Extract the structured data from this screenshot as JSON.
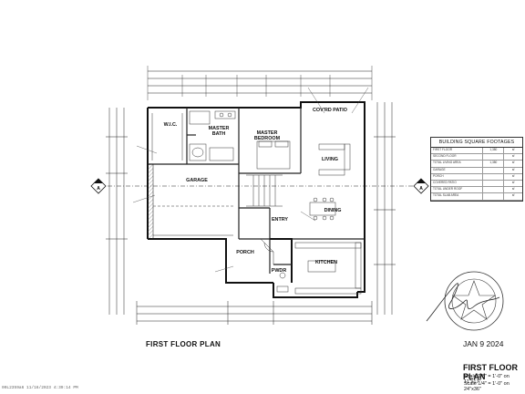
{
  "sheet": {
    "plan_title": "FIRST FLOOR PLAN",
    "date": "JAN 9 2024",
    "title_block_title": "FIRST FLOOR PLAN",
    "scale_line_1": "Scale 1/8\" = 1'-0\" on 11\"x17\"",
    "scale_line_2": "Scale 1/4\" = 1'-0\" on 24\"x36\"",
    "print_stamp": "00L2359a6 11/16/2023 4:39:14 PM"
  },
  "rooms": {
    "wic": "W.I.C.",
    "master_bath": "MASTER BATH",
    "master_bedroom": "MASTER BEDROOM",
    "covered_patio": "COV'RD PATIO",
    "living": "LIVING",
    "garage": "GARAGE",
    "entry": "ENTRY",
    "dining": "DINING",
    "porch": "PORCH",
    "kitchen": "KITCHEN",
    "pwdr": "PWDR"
  },
  "section_markers": {
    "left": "A",
    "right": "A"
  },
  "building_square_footages": {
    "title": "BUILDING SQUARE FOOTAGES",
    "rows": [
      [
        "FIRST FLOOR",
        "1,380",
        "sf"
      ],
      [
        "SECOND FLOOR",
        "",
        "sf"
      ],
      [
        "TOTAL LIVING AREA",
        "1,380",
        "sf"
      ],
      [
        "GARAGE",
        "",
        "sf"
      ],
      [
        "PORCH",
        "",
        "sf"
      ],
      [
        "COVERED PATIO",
        "",
        "sf"
      ],
      [
        "TOTAL UNDER ROOF",
        "",
        "sf"
      ],
      [
        "TOTAL SLAB AREA",
        "",
        "sf"
      ]
    ]
  },
  "colors": {
    "line": "#222222",
    "paper": "#ffffff",
    "stamp": "#333333"
  }
}
